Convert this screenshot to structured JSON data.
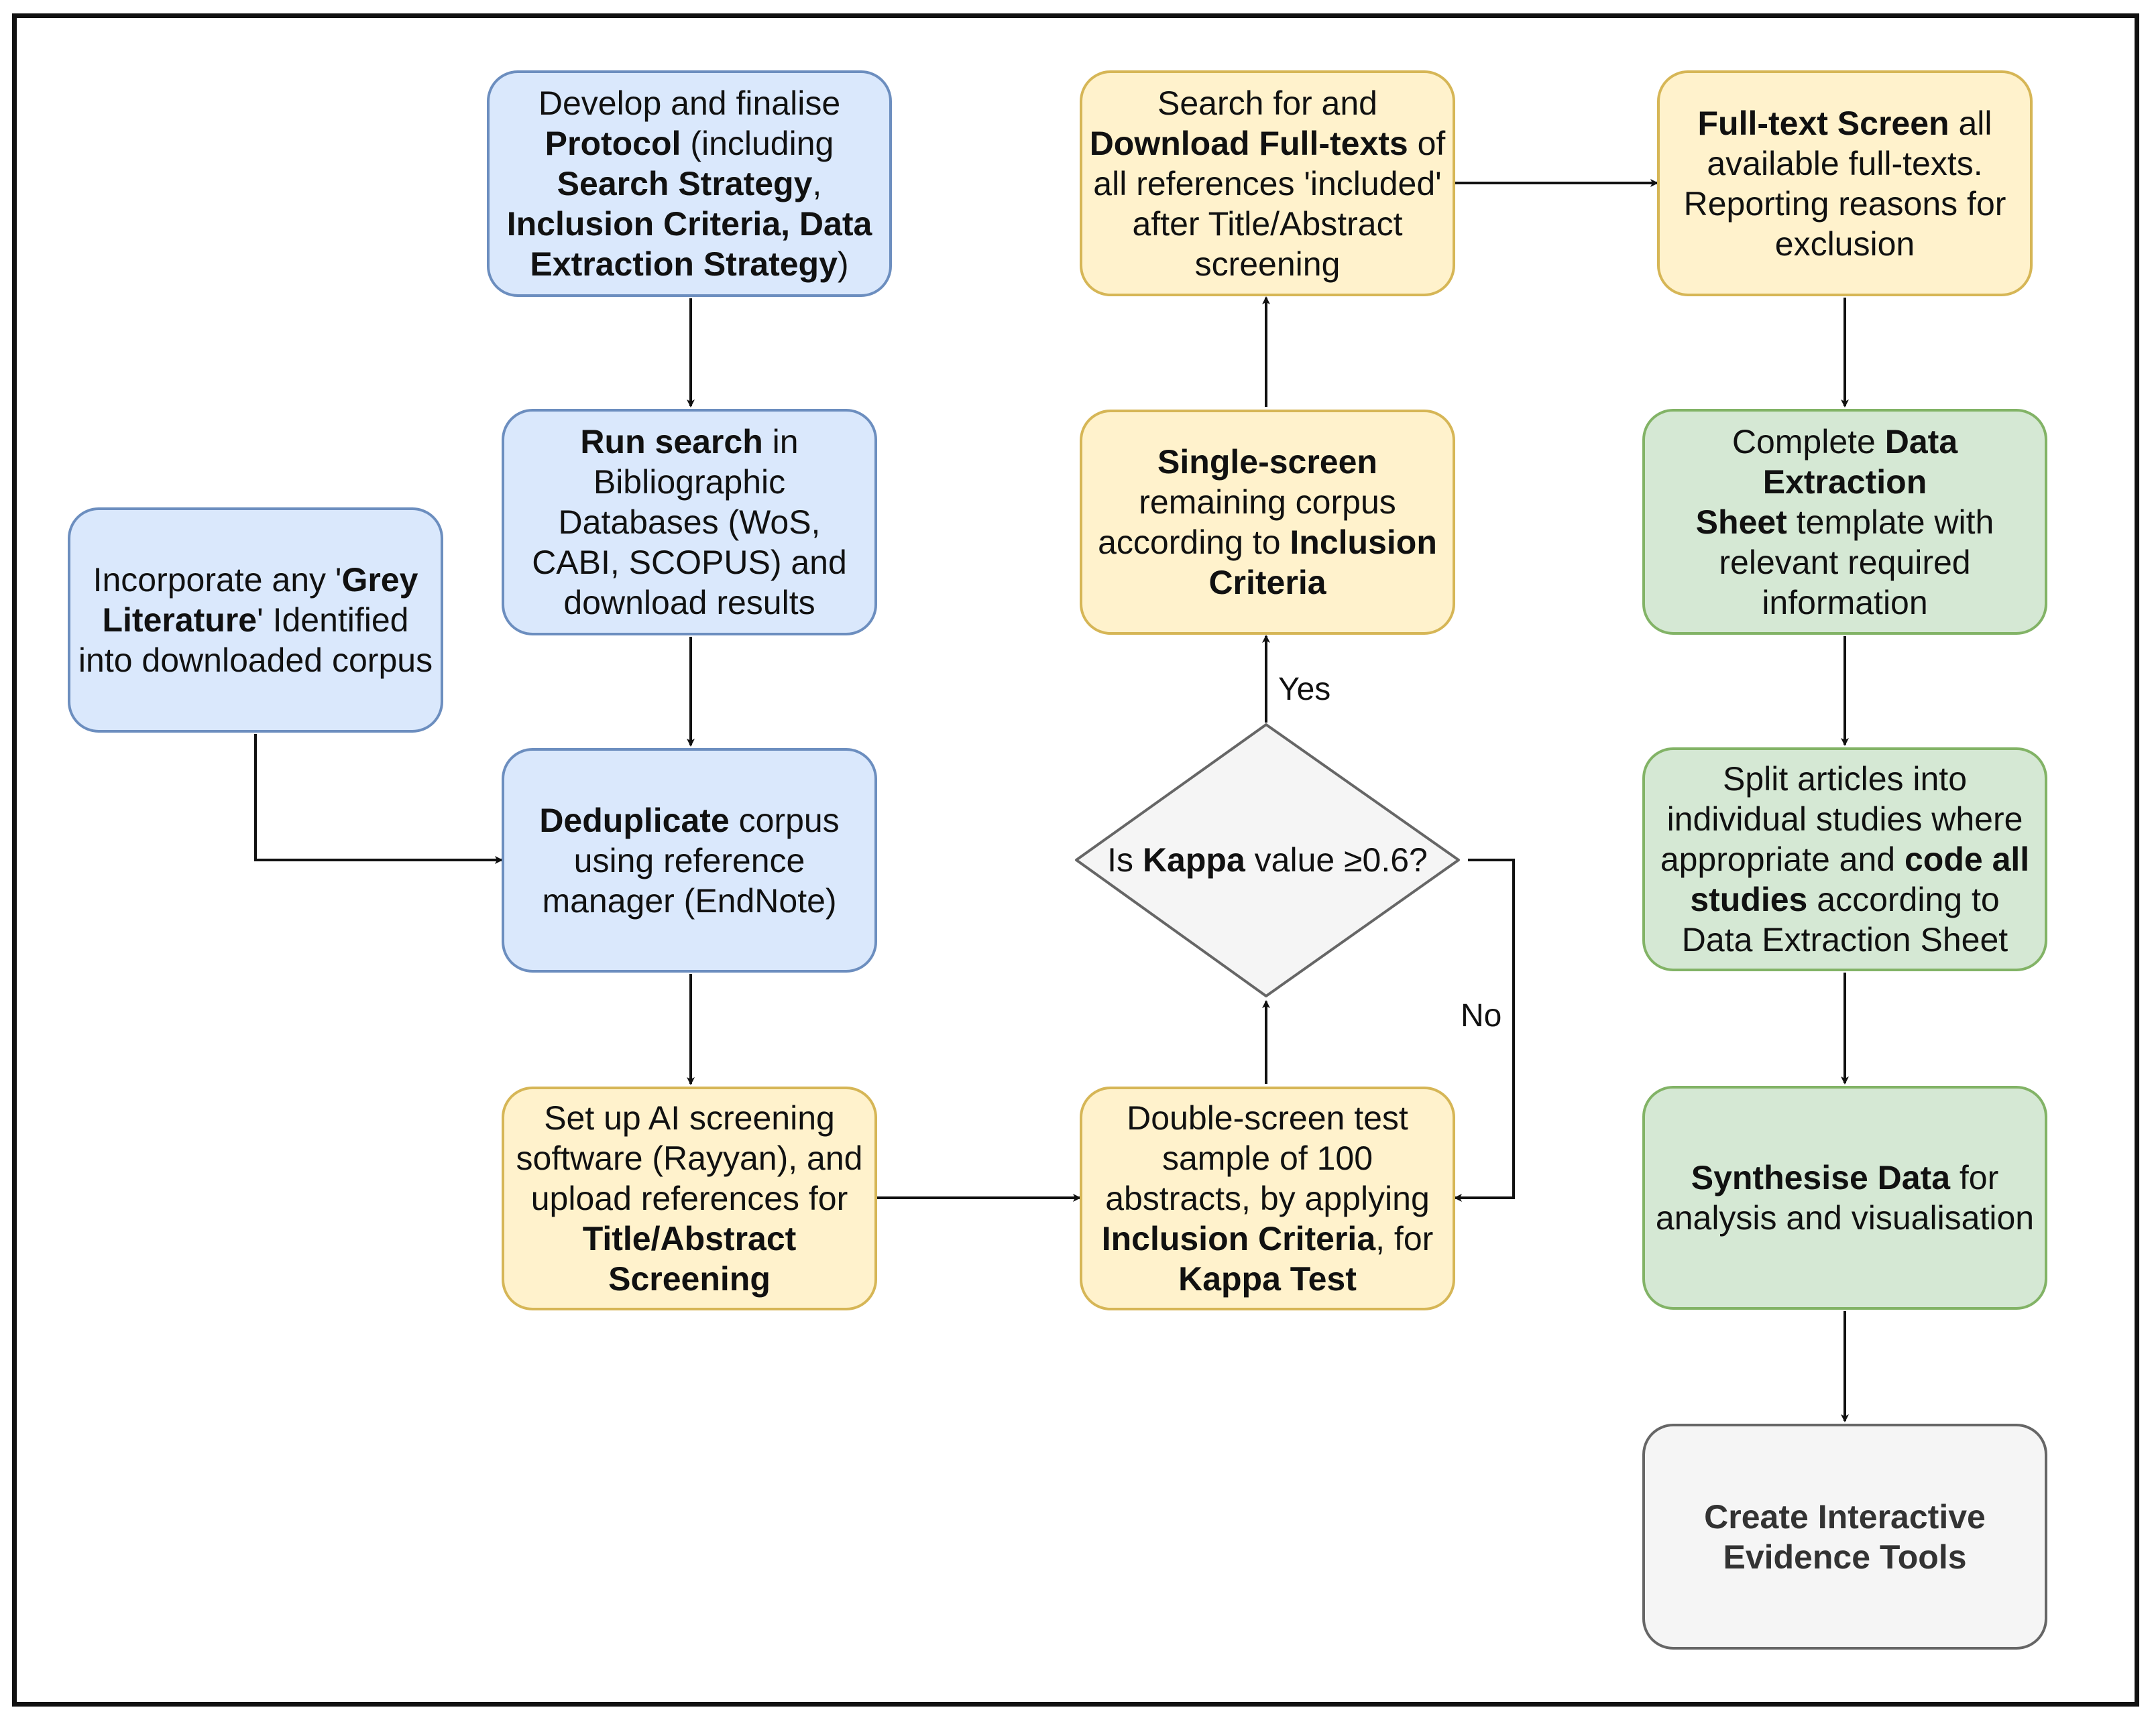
{
  "nodes": {
    "develop": {
      "l1": "Develop and finalise",
      "l2b": "Protocol",
      "l2": " (including",
      "l3b": "Search Strategy",
      "l3": ",",
      "l4b": "Inclusion Criteria, Data",
      "l5b": "Extraction Strategy",
      "l5": ")"
    },
    "run_search": {
      "l1b": "Run search",
      "l1": " in",
      "l2": "Bibliographic",
      "l3": "Databases (WoS,",
      "l4": "CABI, SCOPUS) and",
      "l5": "download results"
    },
    "grey": {
      "l1": "Incorporate any '",
      "l1b": "Grey",
      "l2b": "Literature",
      "l2": "' Identified",
      "l3": "into downloaded corpus"
    },
    "dedup": {
      "l1b": "Deduplicate",
      "l1": " corpus",
      "l2": "using reference",
      "l3": "manager (EndNote)"
    },
    "ai_setup": {
      "l1": "Set up AI screening",
      "l2": "software (Rayyan), and",
      "l3": "upload references for",
      "l4b": "Title/Abstract",
      "l5b": "Screening"
    },
    "double_screen": {
      "l1": "Double-screen test",
      "l2": "sample of 100",
      "l3": "abstracts, by applying",
      "l4b": "Inclusion Criteria",
      "l4": ", for",
      "l5b": "Kappa Test"
    },
    "kappa": {
      "pre": "Is ",
      "bold": "Kappa",
      "post": " value ≥0.6?"
    },
    "single_screen": {
      "l1b": "Single-screen",
      "l2": "remaining corpus",
      "l3": "according to ",
      "l3b": "Inclusion",
      "l4b": "Criteria"
    },
    "download": {
      "l1": "Search for and",
      "l2b": "Download Full-texts",
      "l2": " of",
      "l3": "all references 'included'",
      "l4": "after Title/Abstract",
      "l5": "screening"
    },
    "fulltext": {
      "l1b": "Full-text Screen",
      "l1": " all",
      "l2": "available full-texts.",
      "l3": "Reporting reasons for",
      "l4": "exclusion"
    },
    "extraction": {
      "l1": "Complete ",
      "l1b": "Data",
      "l2b": "Extraction",
      "l3b": "Sheet",
      "l3": " template with",
      "l4": "relevant required",
      "l5": "information"
    },
    "split": {
      "l1": "Split articles into",
      "l2": "individual studies where",
      "l3": "appropriate and ",
      "l3b": "code all",
      "l4b": "studies",
      "l4": " according to",
      "l5": "Data Extraction Sheet"
    },
    "synthesise": {
      "l1b": "Synthesise Data",
      "l1": " for",
      "l2": "analysis and visualisation"
    },
    "tools": {
      "l1b": "Create Interactive",
      "l2b": "Evidence Tools"
    }
  },
  "edge_labels": {
    "yes": "Yes",
    "no": "No"
  },
  "colors": {
    "blue_fill": "#dae8fc",
    "blue_stroke": "#6c8ebf",
    "yellow_fill": "#fff2cc",
    "yellow_stroke": "#d6b656",
    "green_fill": "#d5e8d4",
    "green_stroke": "#82b366",
    "grey_fill": "#f5f5f5",
    "grey_stroke": "#666666"
  }
}
